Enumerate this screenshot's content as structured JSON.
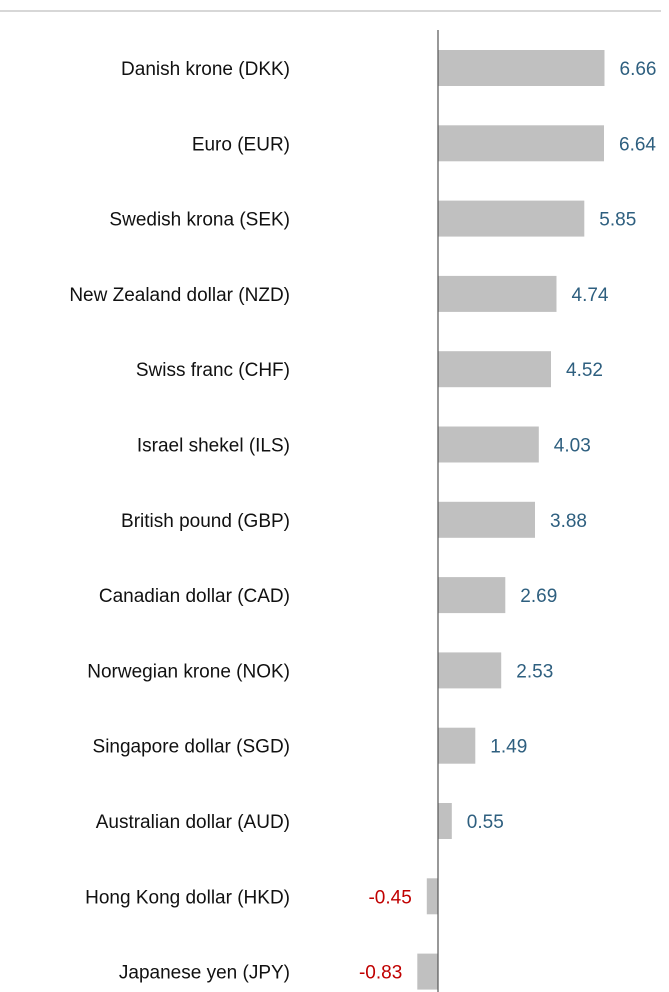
{
  "colors": {
    "bar": "#c0c0c0",
    "positive_label": "#2e5f7f",
    "negative_label": "#c00000",
    "axis": "#555555",
    "top_rule": "#bfbfbf"
  },
  "chart_data": {
    "type": "bar",
    "orientation": "horizontal",
    "title": "",
    "xlabel": "",
    "ylabel": "",
    "grid": false,
    "legend": "none",
    "xlim": [
      -0.83,
      6.66
    ],
    "categories": [
      "Danish krone (DKK)",
      "Euro (EUR)",
      "Swedish krona (SEK)",
      "New Zealand dollar (NZD)",
      "Swiss franc (CHF)",
      "Israel shekel (ILS)",
      "British pound (GBP)",
      "Canadian dollar (CAD)",
      "Norwegian krone (NOK)",
      "Singapore dollar (SGD)",
      "Australian dollar (AUD)",
      "Hong Kong dollar (HKD)",
      "Japanese yen (JPY)"
    ],
    "values": [
      6.66,
      6.64,
      5.85,
      4.74,
      4.52,
      4.03,
      3.88,
      2.69,
      2.53,
      1.49,
      0.55,
      -0.45,
      -0.83
    ],
    "value_labels": [
      "6.66",
      "6.64",
      "5.85",
      "4.74",
      "4.52",
      "4.03",
      "3.88",
      "2.69",
      "2.53",
      "1.49",
      "0.55",
      "-0.45",
      "-0.83"
    ]
  }
}
